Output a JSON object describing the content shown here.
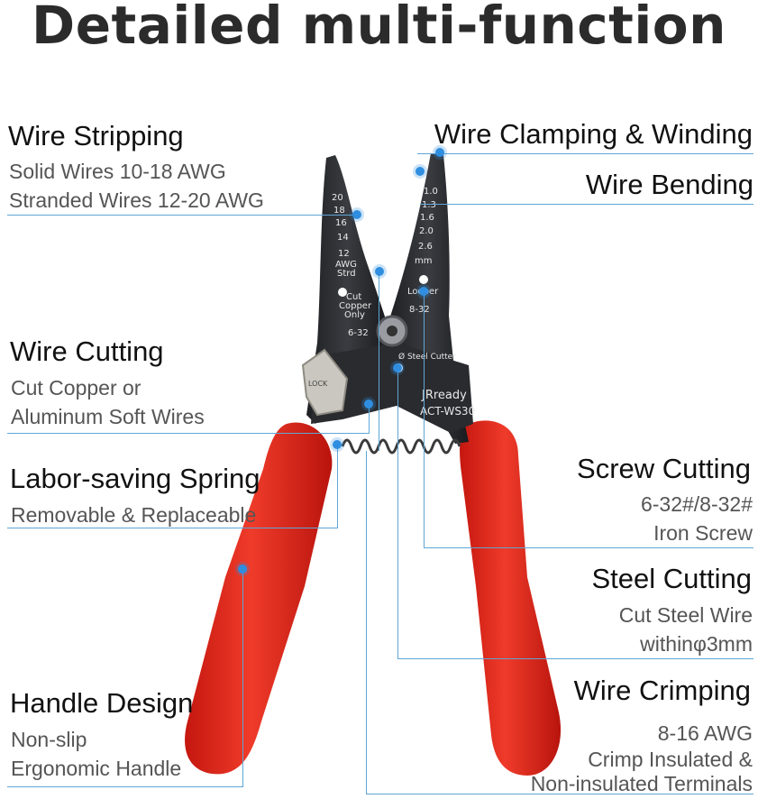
{
  "title": "Detailed multi-function",
  "left": {
    "wire_stripping": {
      "title": "Wire Stripping",
      "lines": [
        "Solid Wires 10-18 AWG",
        "Stranded Wires 12-20 AWG"
      ]
    },
    "wire_cutting": {
      "title": "Wire Cutting",
      "lines": [
        "Cut Copper or",
        "Aluminum Soft Wires"
      ]
    },
    "spring": {
      "title": "Labor-saving Spring",
      "lines": [
        "Removable & Replaceable"
      ]
    },
    "handle": {
      "title": "Handle Design",
      "lines": [
        "Non-slip",
        "Ergonomic Handle"
      ]
    }
  },
  "right": {
    "clamping": {
      "title": "Wire Clamping & Winding"
    },
    "bending": {
      "title": "Wire Bending"
    },
    "screw": {
      "title": "Screw Cutting",
      "lines": [
        "6-32#/8-32#",
        "Iron Screw"
      ]
    },
    "steel": {
      "title": "Steel Cutting",
      "lines": [
        "Cut Steel Wire",
        "withinφ3mm"
      ]
    },
    "crimping": {
      "title": "Wire Crimping",
      "lines": [
        "8-16 AWG",
        "Crimp Insulated &",
        "Non-insulated Terminals"
      ]
    }
  },
  "tool_markings": {
    "left_jaw": [
      "20",
      "18",
      "16",
      "14",
      "12",
      "AWG",
      "Strd",
      "Cut",
      "Copper",
      "Only",
      "6-32"
    ],
    "right_jaw": [
      "1.0",
      "1.3",
      "1.6",
      "2.0",
      "2.6",
      "mm",
      "Looper",
      "8-32"
    ],
    "steel_cutter": "Ø Steel Cutter",
    "brand": "JRready",
    "model": "ACT-WS30",
    "lock": "LOCK"
  },
  "colors": {
    "accent_line": "#5fa6d6",
    "dot": "#2f8ee0",
    "handle": "#e4261c",
    "metal": "#2e2f33"
  }
}
